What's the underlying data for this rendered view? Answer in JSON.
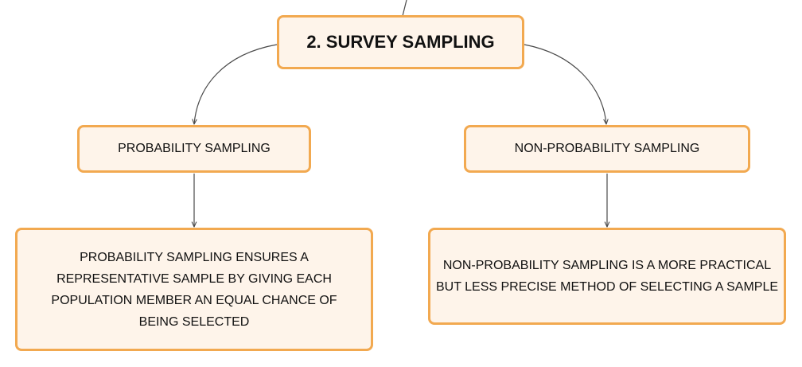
{
  "diagram": {
    "root": {
      "label": "2. SURVEY SAMPLING"
    },
    "branches": [
      {
        "label": "PROBABILITY SAMPLING",
        "description": "PROBABILITY SAMPLING ENSURES A REPRESENTATIVE SAMPLE BY GIVING EACH POPULATION MEMBER AN EQUAL CHANCE OF BEING SELECTED"
      },
      {
        "label": "NON-PROBABILITY SAMPLING",
        "description": "NON-PROBABILITY SAMPLING IS A MORE PRACTICAL BUT LESS PRECISE METHOD OF SELECTING A SAMPLE"
      }
    ]
  },
  "colors": {
    "node_fill": "#fef4ea",
    "node_border": "#f2a950",
    "connector": "#4a4a4a",
    "text": "#111111"
  }
}
